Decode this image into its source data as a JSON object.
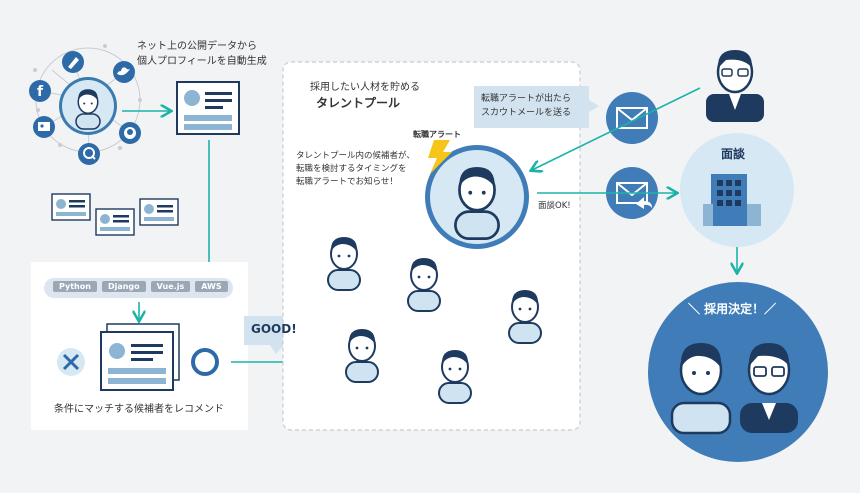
{
  "sources": {
    "caption_line1": "ネット上の公開データから",
    "caption_line2": "個人プロフィールを自動生成",
    "icons": [
      "facebook-icon",
      "pencil-icon",
      "twitter-icon",
      "github-icon",
      "qiita-icon",
      "id-card-icon"
    ]
  },
  "recommend": {
    "tags": [
      "Python",
      "Django",
      "Vue.js",
      "AWS"
    ],
    "caption": "条件にマッチする候補者をレコメンド"
  },
  "good_label": "GOOD!",
  "talent_pool": {
    "title_line1": "採用したい人材を貯める",
    "title_line2": "タレントプール",
    "alert_label": "転職アラート",
    "desc_line1": "タレントプール内の候補者が、",
    "desc_line2": "転職を検討するタイミングを",
    "desc_line3": "転職アラートでお知らせ！",
    "interview_ok": "面談OK!"
  },
  "scout": {
    "bubble_line1": "転職アラートが出たら",
    "bubble_line2": "スカウトメールを送る"
  },
  "company": {
    "label": "面談"
  },
  "hire": {
    "label": "＼ 採用決定！／"
  },
  "colors": {
    "accent": "#1bb3a8",
    "navy": "#1e3a5f",
    "blue": "#3a7cb0",
    "light_blue": "#cfe3f1",
    "circle_blue": "#d5e8f4",
    "hire_blue": "#3f7cb8"
  }
}
